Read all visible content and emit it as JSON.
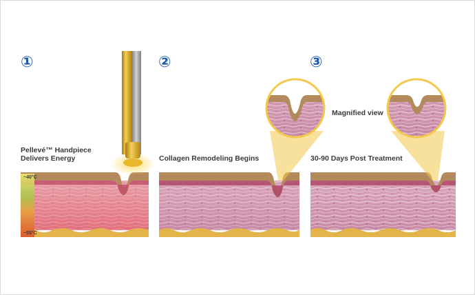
{
  "steps": [
    {
      "number": "①",
      "caption_line1": "Pellevé™ Handpiece",
      "caption_line2": "Delivers Energy"
    },
    {
      "number": "②",
      "caption_line1": "Collagen Remodeling Begins"
    },
    {
      "number": "③",
      "caption_line1": "30-90 Days Post Treatment"
    }
  ],
  "magnified_label": "Magnified view",
  "temperature_scale": {
    "top": "~40°C",
    "bottom": "~55°C"
  },
  "colors": {
    "step_number": "#1f5aa6",
    "epidermis": "#b38a5c",
    "dermis_pink": "#d98aa0",
    "dermis_heated": "#e8868f",
    "fat_yellow": "#e2b449",
    "magnifier_ring": "#f2c94c",
    "handpiece_gold": "#d9a521",
    "handpiece_gray": "#9a9a9a"
  },
  "icons": [
    "handpiece-icon",
    "magnifier-icon"
  ]
}
